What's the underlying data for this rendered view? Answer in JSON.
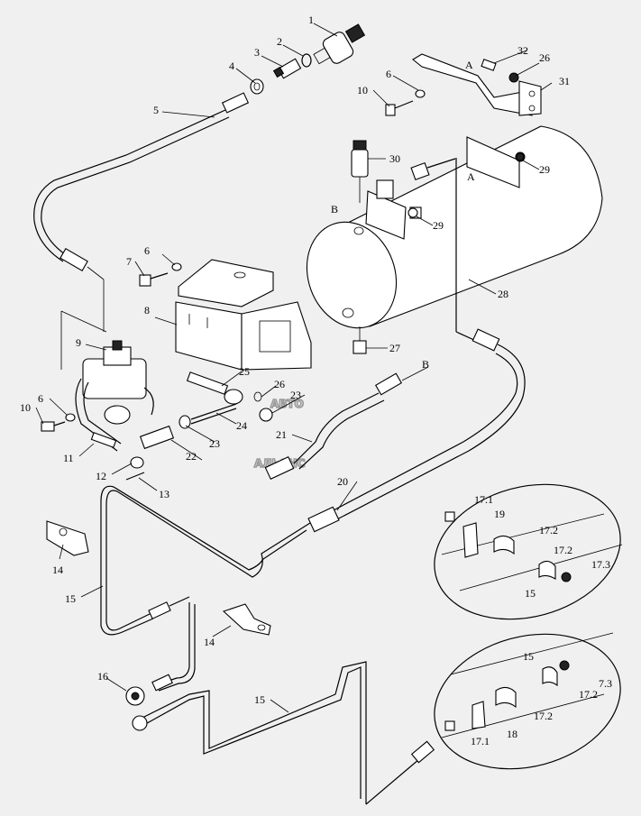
{
  "diagram": {
    "watermark": {
      "line1": "АВТО",
      "line2": "АЛЬЯНС"
    },
    "labels": {
      "p1": "1",
      "p2": "2",
      "p3": "3",
      "p4": "4",
      "p5": "5",
      "p6a": "6",
      "p6b": "6",
      "p6c": "6",
      "p7": "7",
      "p8": "8",
      "p9": "9",
      "p10a": "10",
      "p10b": "10",
      "p11": "11",
      "p12": "12",
      "p13": "13",
      "p14a": "14",
      "p14b": "14",
      "p15a": "15",
      "p15b": "15",
      "p15c": "15",
      "p15d": "15",
      "p16": "16",
      "p17_1a": "17.1",
      "p17_1b": "17.1",
      "p17_2a": "17.2",
      "p17_2b": "17.2",
      "p17_2c": "17.2",
      "p17_2d": "17.2",
      "p17_3a": "17.3",
      "p17_3b": "7.3",
      "p18": "18",
      "p19": "19",
      "p20": "20",
      "p21": "21",
      "p22": "22",
      "p23a": "23",
      "p23b": "23",
      "p24": "24",
      "p25": "25",
      "p26a": "26",
      "p26b": "26",
      "p27": "27",
      "p28": "28",
      "p29a": "29",
      "p29b": "29",
      "p30": "30",
      "p31": "31",
      "p32": "32",
      "markA1": "A",
      "markA2": "A",
      "markB1": "B",
      "markB2": "B"
    }
  }
}
